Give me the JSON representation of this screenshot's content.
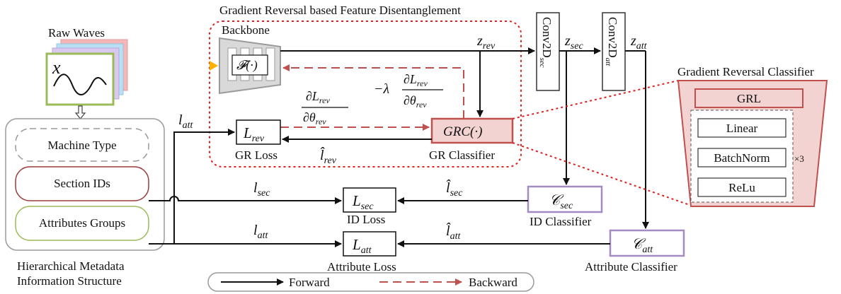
{
  "diagram": {
    "section_title": "Gradient Reversal based Feature Disentanglement",
    "input_label": "Raw Waves",
    "input_symbol": "x",
    "backbone_label": "Backbone",
    "backbone_func": "𝓕(·)",
    "z_rev": "z",
    "z_rev_sub": "rev",
    "z_sec": "z",
    "z_sec_sub": "sec",
    "z_att": "z",
    "z_att_sub": "att",
    "conv_sec_label": "Conv2D",
    "conv_sec_sub": "sec",
    "conv_att_label": "Conv2D",
    "conv_att_sub": "att",
    "grc_label": "GRC(·)",
    "grc_caption": "GR Classifier",
    "gr_loss_symbol": "L",
    "gr_loss_sub": "rev",
    "gr_loss_caption": "GR Loss",
    "lhat_rev": "l̂",
    "lhat_rev_sub": "rev",
    "grad_num": "∂L",
    "grad_num_sub": "rev",
    "grad_den": "∂θ",
    "grad_den_sub": "rev",
    "neg_lambda": "−λ",
    "l_att_top": "l",
    "l_att_top_sub": "att",
    "metadata_items": [
      "Machine Type",
      "Section IDs",
      "Attributes Groups"
    ],
    "metadata_caption_line1": "Hierarchical Metadata",
    "metadata_caption_line2": "Information  Structure",
    "l_sec": "l",
    "l_sec_sub": "sec",
    "l_att": "l",
    "l_att_sub": "att",
    "id_loss_symbol": "L",
    "id_loss_sub": "sec",
    "id_loss_caption": "ID Loss",
    "att_loss_symbol": "L",
    "att_loss_sub": "att",
    "att_loss_caption": "Attribute Loss",
    "lhat_sec": "l̂",
    "lhat_sec_sub": "sec",
    "lhat_att": "l̂",
    "lhat_att_sub": "att",
    "id_classifier_symbol": "𝒞",
    "id_classifier_sub": "sec",
    "id_classifier_caption": "ID Classifier",
    "att_classifier_symbol": "𝒞",
    "att_classifier_sub": "att",
    "att_classifier_caption": "Attribute Classifier",
    "grc_detail_title": "Gradient Reversal Classifier",
    "grc_detail_grl": "GRL",
    "grc_detail_layers": [
      "Linear",
      "BatchNorm",
      "ReLu"
    ],
    "grc_detail_repeat": "×3",
    "legend_forward": "Forward",
    "legend_backward": "Backward",
    "colors": {
      "red_accent": "#c0504d",
      "red_fill": "#f2d3d1",
      "purple": "#a58bc4",
      "green": "#9bbb59",
      "dark_red": "#9c3a3a",
      "gray": "#9a9a9a",
      "dotted_red": "#e02020"
    }
  }
}
